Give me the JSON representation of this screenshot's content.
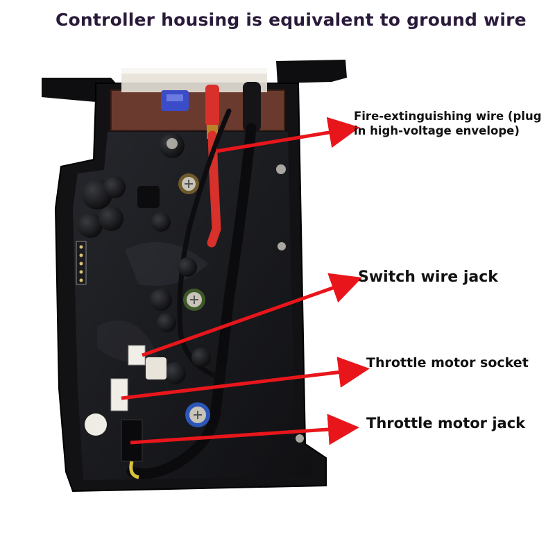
{
  "title": "Controller housing is equivalent to ground wire",
  "callouts": {
    "fire_line1": "Fire-extinguishing wire (plug",
    "fire_line2": "in high-voltage envelope)",
    "switch": "Switch wire jack",
    "socket": "Throttle motor socket",
    "jack": "Throttle motor jack"
  },
  "colors": {
    "arrow": "#e8161b",
    "housing": "#121214",
    "board": "#1b1c20",
    "red_wire": "#d8302a",
    "brown_fuse_block": "#6b3a2e"
  }
}
